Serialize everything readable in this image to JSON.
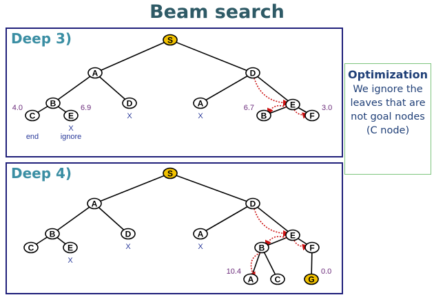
{
  "title": "Beam search",
  "panels": [
    {
      "label": "Deep 3)",
      "nodes": [
        {
          "id": "S",
          "label": "S",
          "goal": true
        },
        {
          "id": "A1",
          "label": "A"
        },
        {
          "id": "D1",
          "label": "D"
        },
        {
          "id": "B1",
          "label": "B"
        },
        {
          "id": "D2",
          "label": "D"
        },
        {
          "id": "A2",
          "label": "A"
        },
        {
          "id": "E1",
          "label": "E"
        },
        {
          "id": "C1",
          "label": "C"
        },
        {
          "id": "E2",
          "label": "E"
        },
        {
          "id": "B2",
          "label": "B"
        },
        {
          "id": "F1",
          "label": "F"
        }
      ],
      "edges": [
        [
          "S",
          "A1"
        ],
        [
          "S",
          "D1"
        ],
        [
          "A1",
          "B1"
        ],
        [
          "A1",
          "D2"
        ],
        [
          "D1",
          "A2"
        ],
        [
          "D1",
          "E1"
        ],
        [
          "B1",
          "C1"
        ],
        [
          "B1",
          "E2"
        ],
        [
          "E1",
          "B2"
        ],
        [
          "E1",
          "F1"
        ]
      ],
      "dotted": [
        [
          "D1",
          "E1"
        ],
        [
          "E1",
          "B2"
        ],
        [
          "E1",
          "F1"
        ]
      ],
      "marks": [
        {
          "node": "D2",
          "text": "X"
        },
        {
          "node": "A2",
          "text": "X"
        },
        {
          "node": "E2",
          "text": "X"
        }
      ],
      "values": [
        {
          "node": "C1",
          "text": "4.0",
          "side": "left"
        },
        {
          "node": "E2",
          "text": "6.9",
          "side": "right"
        },
        {
          "node": "B2",
          "text": "6.7",
          "side": "left"
        },
        {
          "node": "F1",
          "text": "3.0",
          "side": "right"
        }
      ],
      "notes": [
        {
          "node": "C1",
          "text": "end"
        },
        {
          "node": "E2",
          "text": "ignore"
        }
      ]
    },
    {
      "label": "Deep 4)",
      "nodes": [
        {
          "id": "S",
          "label": "S",
          "goal": true
        },
        {
          "id": "A1",
          "label": "A"
        },
        {
          "id": "D1",
          "label": "D"
        },
        {
          "id": "B1",
          "label": "B"
        },
        {
          "id": "D2",
          "label": "D"
        },
        {
          "id": "A2",
          "label": "A"
        },
        {
          "id": "E1",
          "label": "E"
        },
        {
          "id": "C1",
          "label": "C"
        },
        {
          "id": "E2",
          "label": "E"
        },
        {
          "id": "B2",
          "label": "B"
        },
        {
          "id": "F1",
          "label": "F"
        },
        {
          "id": "A3",
          "label": "A"
        },
        {
          "id": "C2",
          "label": "C"
        },
        {
          "id": "G",
          "label": "G",
          "goal": true
        }
      ],
      "edges": [
        [
          "S",
          "A1"
        ],
        [
          "S",
          "D1"
        ],
        [
          "A1",
          "B1"
        ],
        [
          "A1",
          "D2"
        ],
        [
          "D1",
          "A2"
        ],
        [
          "D1",
          "E1"
        ],
        [
          "B1",
          "C1"
        ],
        [
          "B1",
          "E2"
        ],
        [
          "E1",
          "B2"
        ],
        [
          "E1",
          "F1"
        ],
        [
          "B2",
          "A3"
        ],
        [
          "B2",
          "C2"
        ],
        [
          "F1",
          "G"
        ]
      ],
      "dotted": [
        [
          "D1",
          "E1"
        ],
        [
          "E1",
          "B2"
        ],
        [
          "E1",
          "F1"
        ],
        [
          "B2",
          "A3"
        ]
      ],
      "marks": [
        {
          "node": "D2",
          "text": "X"
        },
        {
          "node": "A2",
          "text": "X"
        },
        {
          "node": "E2",
          "text": "X"
        }
      ],
      "values": [
        {
          "node": "A3",
          "text": "10.4",
          "side": "left"
        },
        {
          "node": "G",
          "text": "0.0",
          "side": "right"
        }
      ],
      "notes": []
    }
  ],
  "optimization": {
    "title": "Optimization",
    "body": "We ignore the leaves that are not goal nodes (C node)"
  },
  "colors": {
    "goal_fill": "#f2c200",
    "node_fill": "#ffffff",
    "edge": "#000000",
    "dotted": "#cc1111",
    "mark": "#2a3a9a",
    "value": "#6a2a7a",
    "title": "#2e5a66",
    "panel_label": "#3a8ea3"
  }
}
